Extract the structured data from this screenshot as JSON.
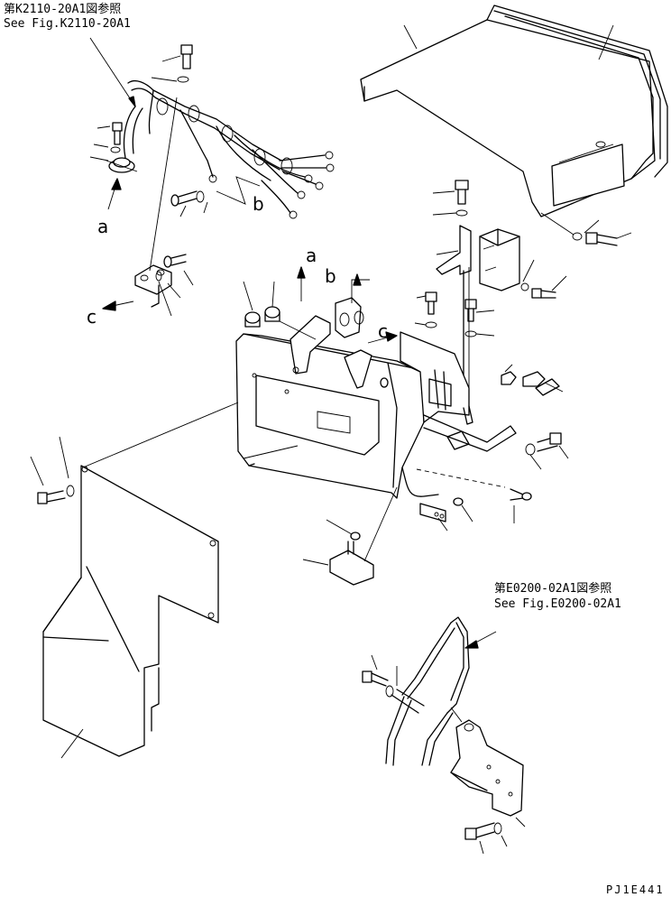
{
  "references": {
    "harness_jp": "第K2110-20A1図参照",
    "harness_en": "See Fig.K2110-20A1",
    "handrail_jp": "第E0200-02A1図参照",
    "handrail_en": "See Fig.E0200-02A1"
  },
  "callouts": {
    "a": "a",
    "b": "b",
    "c": "c"
  },
  "drawing_code": "PJ1E441"
}
